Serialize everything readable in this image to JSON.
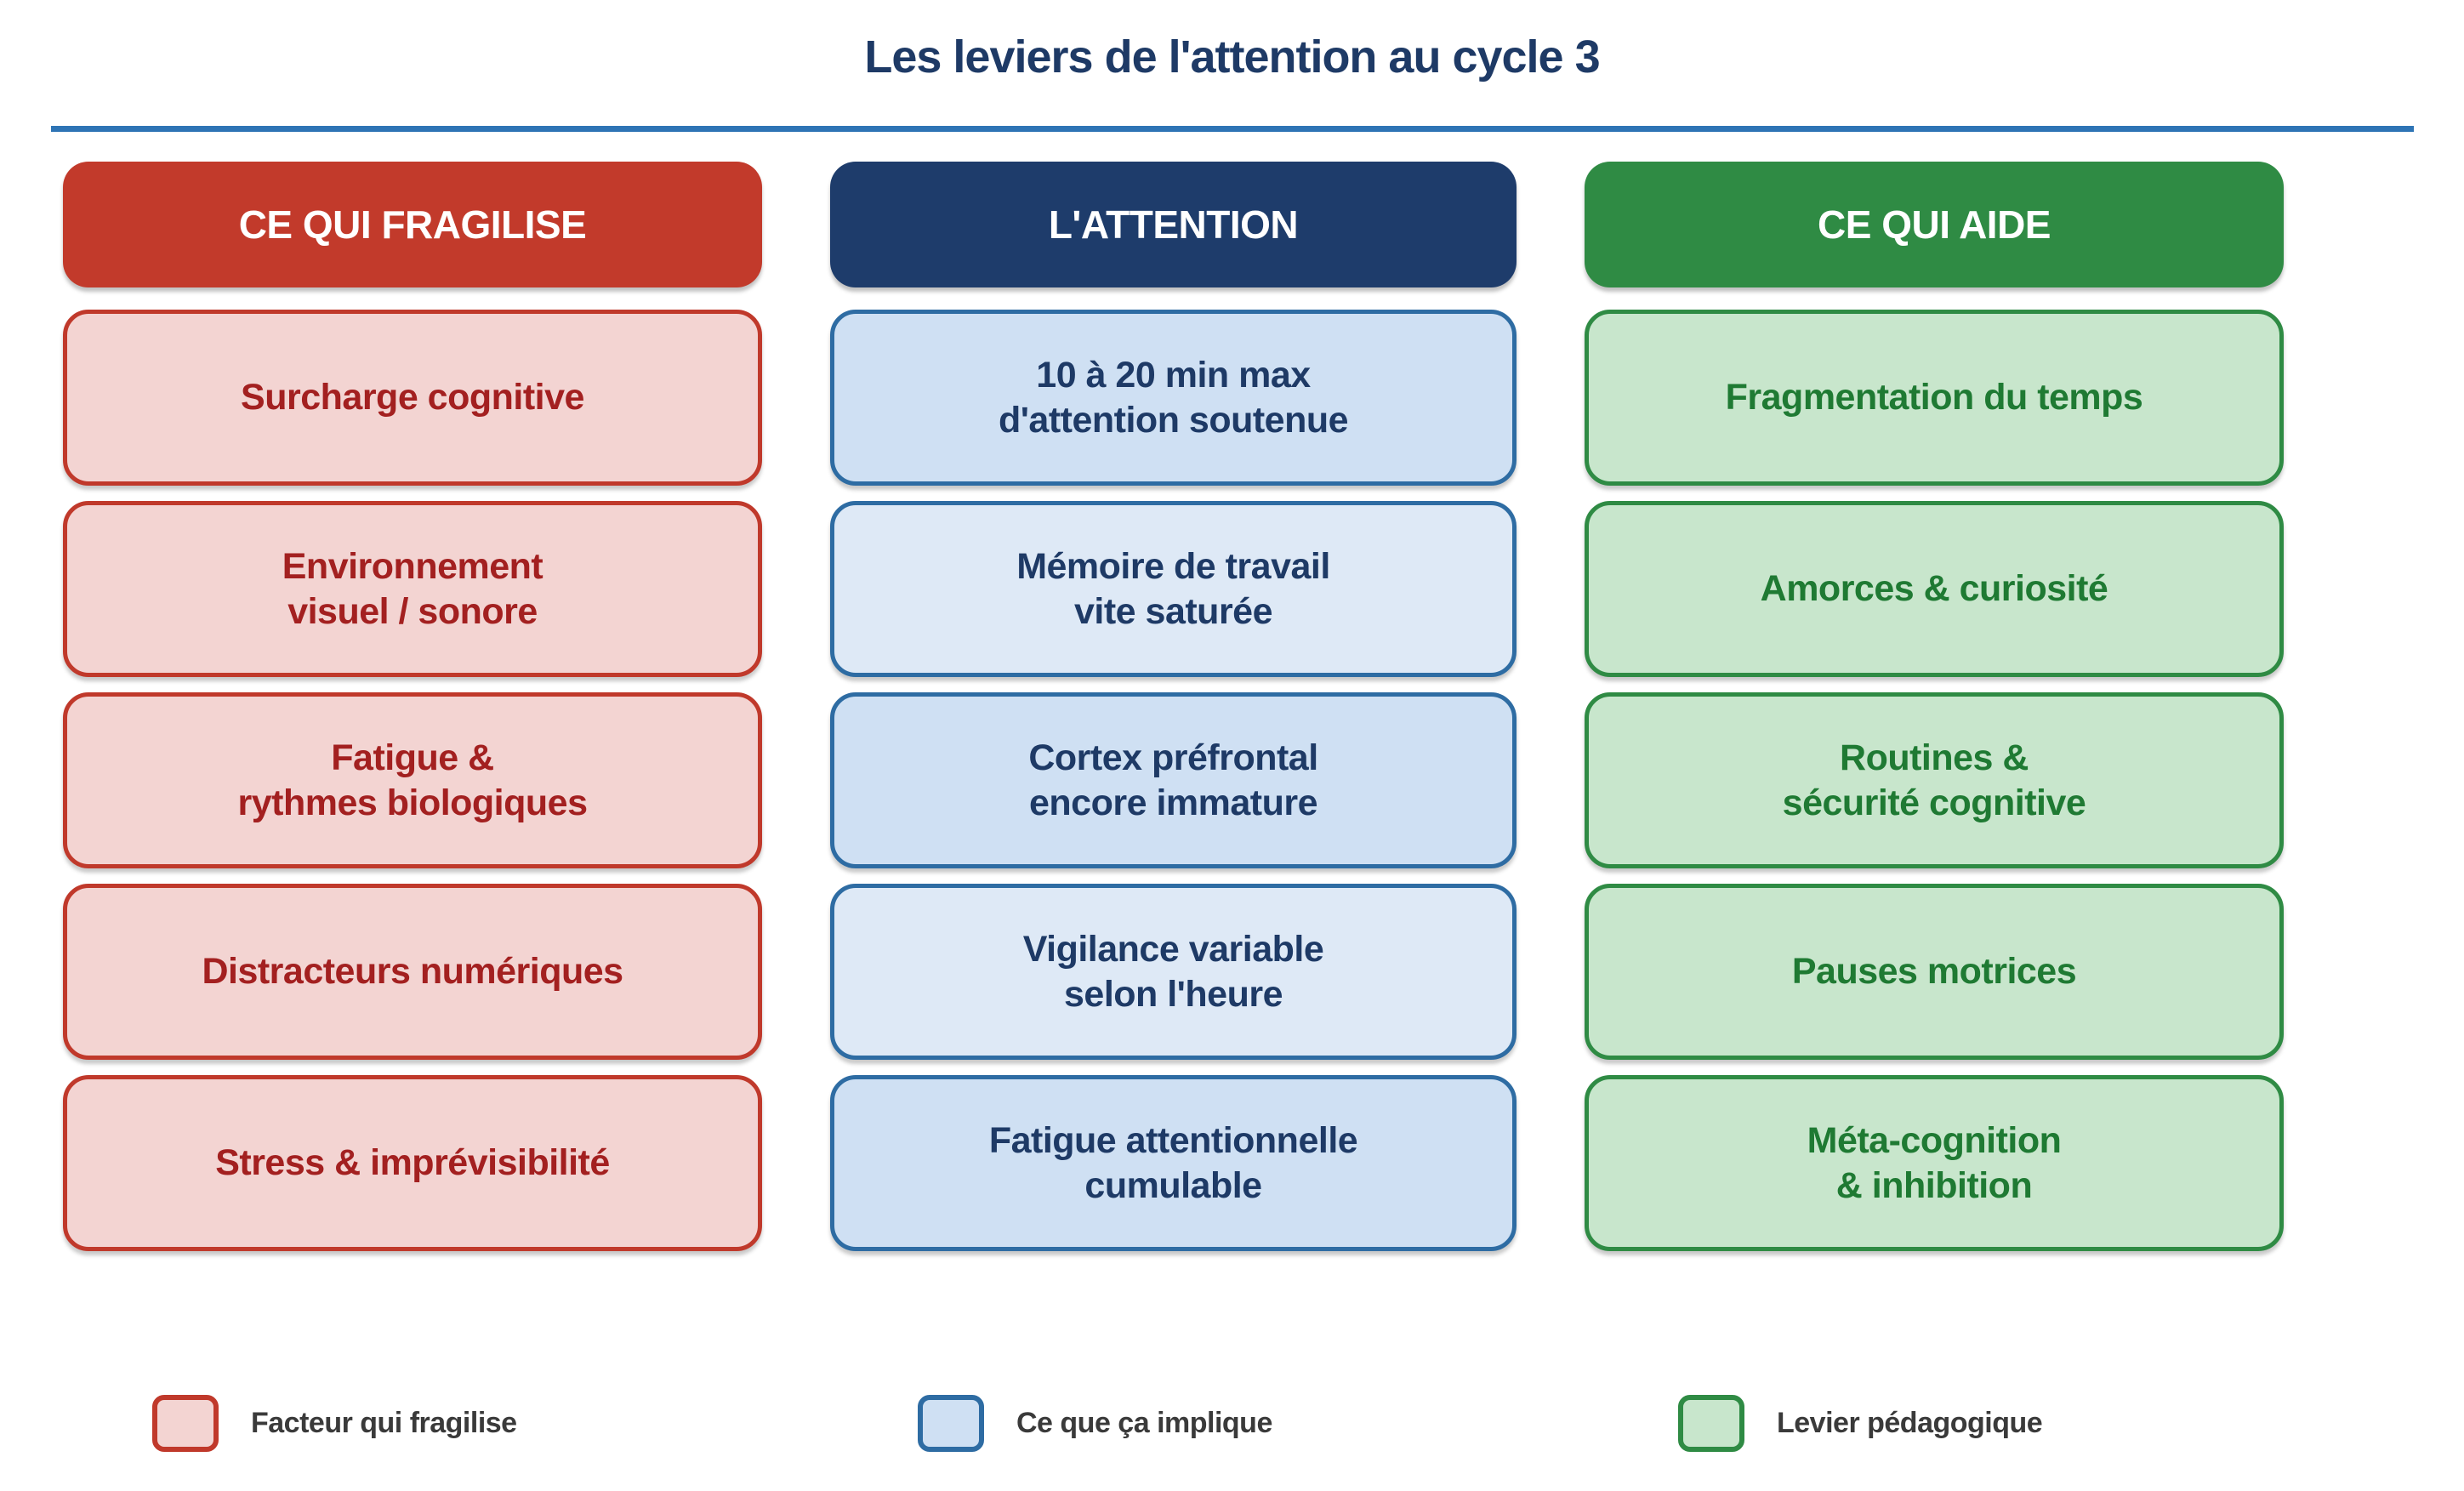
{
  "title": "Les leviers de l'attention au cycle 3",
  "columns": [
    {
      "id": "fragilise",
      "header": "CE QUI FRAGILISE",
      "items": [
        {
          "text": "Surcharge cognitive"
        },
        {
          "text": "Environnement\nvisuel / sonore"
        },
        {
          "text": "Fatigue &\nrythmes biologiques"
        },
        {
          "text": "Distracteurs numériques"
        },
        {
          "text": "Stress & imprévisibilité"
        }
      ]
    },
    {
      "id": "attention",
      "header": "L'ATTENTION",
      "items": [
        {
          "text": "10 à 20 min max\nd'attention soutenue"
        },
        {
          "text": "Mémoire de travail\nvite saturée"
        },
        {
          "text": "Cortex préfrontal\nencore immature"
        },
        {
          "text": "Vigilance variable\nselon l'heure"
        },
        {
          "text": "Fatigue attentionnelle\ncumulable"
        }
      ]
    },
    {
      "id": "aide",
      "header": "CE QUI AIDE",
      "items": [
        {
          "text": "Fragmentation du temps"
        },
        {
          "text": "Amorces & curiosité"
        },
        {
          "text": "Routines &\nsécurité cognitive"
        },
        {
          "text": "Pauses motrices"
        },
        {
          "text": "Méta-cognition\n& inhibition"
        }
      ]
    }
  ],
  "legend": [
    {
      "label": "Facteur qui fragilise",
      "swatch_color": "#f3d4d2",
      "swatch_border": "#c0392b"
    },
    {
      "label": "Ce que ça implique",
      "swatch_color": "#cfe0f3",
      "swatch_border": "#2e6ca3"
    },
    {
      "label": "Levier pédagogique",
      "swatch_color": "#c8e6cc",
      "swatch_border": "#2f8b44"
    }
  ],
  "colors": {
    "title_text": "#1e3a66",
    "divider": "#2e74b5",
    "fragilise_header_bg": "#c23a2b",
    "attention_header_bg": "#1e3c6b",
    "aide_header_bg": "#2f8b44",
    "fragilise_box_bg": "#f3d4d2",
    "fragilise_box_border": "#c0392b",
    "fragilise_text": "#a32020",
    "attention_box_bg": "#cfe0f3",
    "attention_box_bg_alt": "#dee9f6",
    "attention_box_border": "#2e6ca3",
    "attention_text": "#1e3a66",
    "aide_box_bg": "#c8e6cc",
    "aide_box_border": "#2f8b44",
    "aide_text": "#1f7a33",
    "legend_text": "#3a3a3a"
  }
}
